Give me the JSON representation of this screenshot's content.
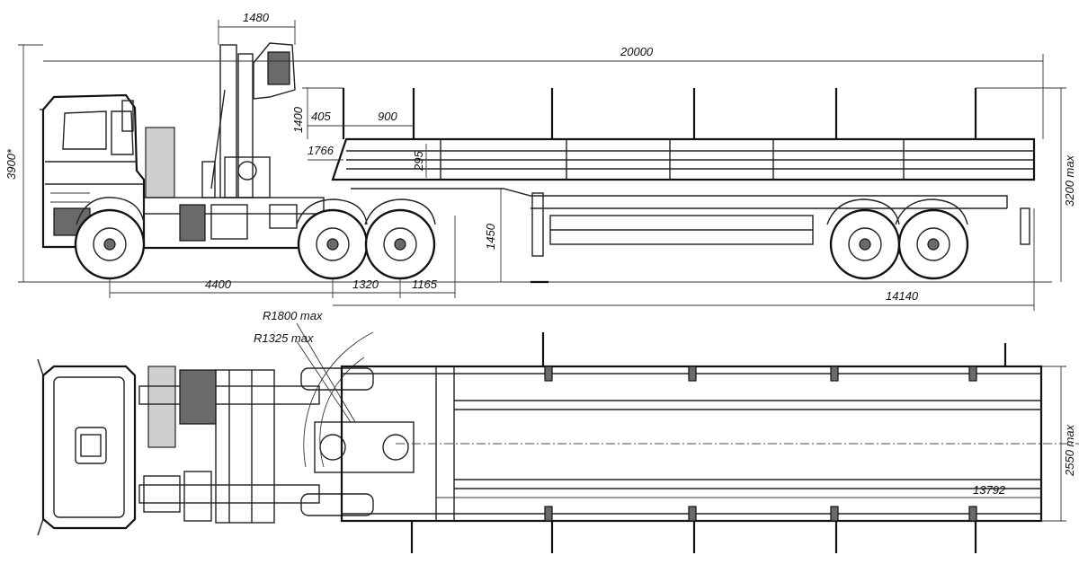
{
  "side_view": {
    "crane_width": "1480",
    "overall_length": "20000",
    "cab_height": "3900*",
    "max_height": "3200 max",
    "crane_height": "1400",
    "stake_offset": "405",
    "stake_spacing": "900",
    "deck_height_front": "1766",
    "side_board_height": "295",
    "coupling_height": "1450",
    "front_overhang": "4400",
    "tractor_axle_spacing": "1320",
    "fifth_wheel_offset": "1165",
    "trailer_length": "14140"
  },
  "top_view": {
    "turn_radius_outer": "R1800 max",
    "turn_radius_inner": "R1325 max",
    "overall_width": "2550 max",
    "deck_length": "13792"
  }
}
